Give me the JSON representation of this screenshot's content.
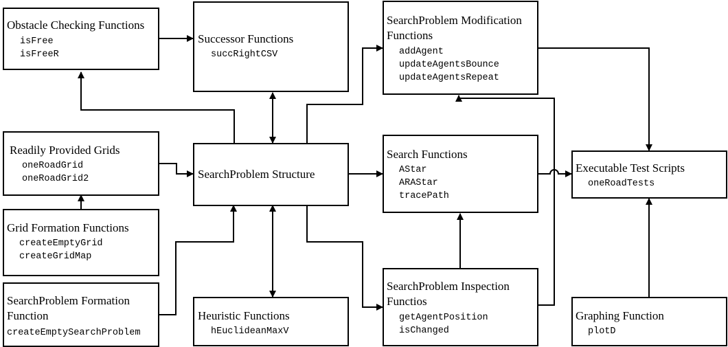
{
  "nodes": {
    "obstacle": {
      "title_lines": [
        "Obstacle Checking Functions"
      ],
      "functions": [
        "isFree",
        "isFreeR"
      ]
    },
    "successor": {
      "title_lines": [
        "Successor Functions"
      ],
      "functions": [
        "succRightCSV"
      ]
    },
    "modification": {
      "title_lines": [
        "SearchProblem Modification",
        "Functions"
      ],
      "functions": [
        "addAgent",
        "updateAgentsBounce",
        "updateAgentsRepeat"
      ]
    },
    "grids": {
      "title_lines": [
        "Readily Provided Grids"
      ],
      "functions": [
        "oneRoadGrid",
        "oneRoadGrid2"
      ]
    },
    "structure": {
      "title_lines": [
        "SearchProblem Structure"
      ],
      "functions": []
    },
    "search": {
      "title_lines": [
        "Search Functions"
      ],
      "functions": [
        "AStar",
        "ARAStar",
        "tracePath"
      ]
    },
    "tests": {
      "title_lines": [
        "Executable Test Scripts"
      ],
      "functions": [
        "oneRoadTests"
      ]
    },
    "gridformation": {
      "title_lines": [
        "Grid Formation Functions"
      ],
      "functions": [
        "createEmptyGrid",
        "createGridMap"
      ]
    },
    "formation": {
      "title_lines": [
        "SearchProblem Formation",
        "Function"
      ],
      "functions": [
        "createEmptySearchProblem"
      ]
    },
    "heuristic": {
      "title_lines": [
        "Heuristic Functions"
      ],
      "functions": [
        "hEuclideanMaxV"
      ]
    },
    "inspection": {
      "title_lines": [
        "SearchProblem Inspection",
        "Functios"
      ],
      "functions": [
        "getAgentPosition",
        "isChanged"
      ]
    },
    "graphing": {
      "title_lines": [
        "Graphing Function"
      ],
      "functions": [
        "plotD"
      ]
    }
  },
  "edges": [
    {
      "from": "structure",
      "to": "obstacle",
      "type": "directed"
    },
    {
      "from": "obstacle",
      "to": "successor",
      "type": "directed"
    },
    {
      "from": "structure",
      "to": "successor",
      "type": "bidirectional"
    },
    {
      "from": "structure",
      "to": "modification",
      "type": "directed"
    },
    {
      "from": "modification",
      "to": "tests",
      "type": "directed"
    },
    {
      "from": "grids",
      "to": "structure",
      "type": "directed"
    },
    {
      "from": "gridformation",
      "to": "grids",
      "type": "directed"
    },
    {
      "from": "formation",
      "to": "structure",
      "type": "directed"
    },
    {
      "from": "structure",
      "to": "heuristic",
      "type": "bidirectional"
    },
    {
      "from": "structure",
      "to": "search",
      "type": "directed"
    },
    {
      "from": "structure",
      "to": "inspection",
      "type": "directed"
    },
    {
      "from": "inspection",
      "to": "search",
      "type": "directed"
    },
    {
      "from": "inspection",
      "to": "modification",
      "type": "directed"
    },
    {
      "from": "search",
      "to": "tests",
      "type": "directed"
    },
    {
      "from": "graphing",
      "to": "tests",
      "type": "directed"
    }
  ]
}
